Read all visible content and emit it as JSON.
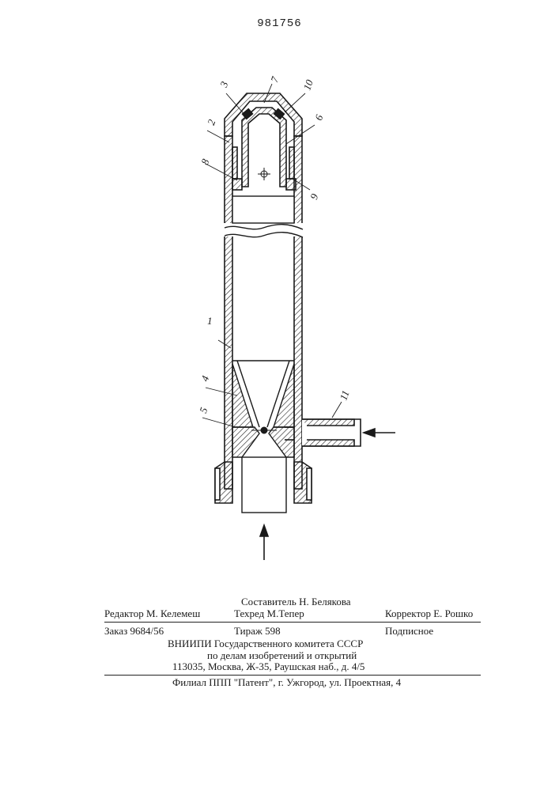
{
  "page_number": "981756",
  "drawing": {
    "part_labels": [
      "1",
      "2",
      "3",
      "4",
      "5",
      "6",
      "7",
      "8",
      "9",
      "10",
      "11"
    ]
  },
  "colophon": {
    "compiler": "Составитель Н. Белякова",
    "editor": "Редактор М. Келемеш",
    "tech_editor": "Техред М.Тепер",
    "corrector": "Корректор Е. Рошко",
    "order": "Заказ 9684/56",
    "circulation": "Тираж 598",
    "subscription": "Подписное",
    "org_line1": "ВНИИПИ Государственного комитета СССР",
    "org_line2": "по делам изобретений и открытий",
    "address": "113035, Москва, Ж-35, Раушская наб., д. 4/5",
    "branch": "Филиал ППП \"Патент\", г. Ужгород, ул. Проектная, 4"
  }
}
